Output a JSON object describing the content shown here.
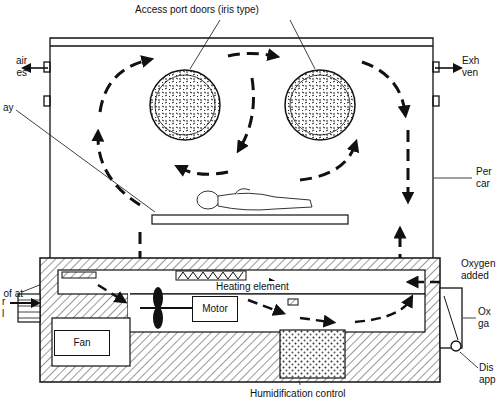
{
  "diagram": {
    "nodes": [
      {
        "text": [
          "Motor"
        ]
      },
      {
        "text": [
          "Fan"
        ]
      }
    ],
    "labels": [
      "Access port doors (iris type)",
      "air es",
      "Exh ven",
      "ay",
      "Per car",
      "of at",
      "Heating element",
      "Oxygen added",
      "r l",
      "Ox ga",
      "Dis app",
      "Humidification control"
    ]
  }
}
